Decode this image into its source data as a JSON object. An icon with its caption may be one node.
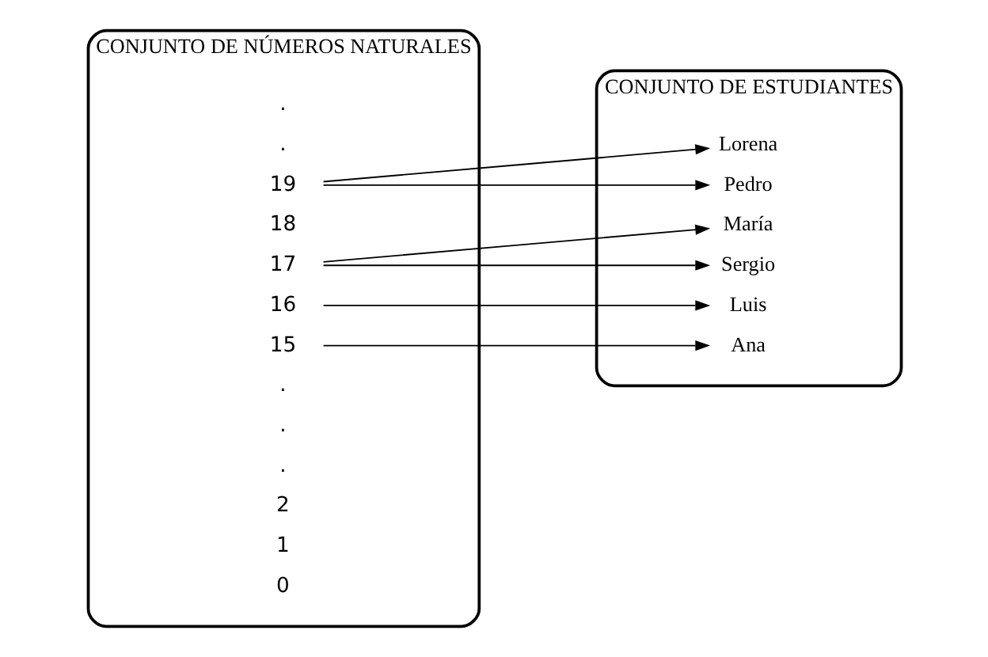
{
  "diagram": {
    "nodes": [
      {
        "text": [
          "CONJUNTO DE NÚMEROS NATURALES"
        ]
      },
      {
        "text": [
          "0"
        ],
        "in": 0
      },
      {
        "text": [
          "1"
        ],
        "in": 0
      },
      {
        "text": [
          "2"
        ],
        "in": 0
      },
      {
        "text": [
          "."
        ],
        "in": 0
      },
      {
        "text": [
          "."
        ],
        "in": 0
      },
      {
        "text": [
          "."
        ],
        "in": 0
      },
      {
        "text": [
          "15"
        ],
        "in": 0
      },
      {
        "text": [
          "16"
        ],
        "in": 0
      },
      {
        "text": [
          "17"
        ],
        "in": 0
      },
      {
        "text": [
          "18"
        ],
        "in": 0
      },
      {
        "text": [
          "19"
        ],
        "in": 0
      },
      {
        "text": [
          "."
        ],
        "in": 0
      },
      {
        "text": [
          "."
        ],
        "in": 0
      },
      {
        "text": [
          "CONJUNTO DE ESTUDIANTES"
        ]
      },
      {
        "text": [
          "Ana"
        ],
        "in": 14
      },
      {
        "text": [
          "Luis"
        ],
        "in": 14
      },
      {
        "text": [
          "Pedro"
        ],
        "in": 14
      },
      {
        "text": [
          "Sergio"
        ],
        "in": 14
      },
      {
        "text": [
          "Lorena"
        ],
        "in": 14
      },
      {
        "text": [
          "María"
        ],
        "in": 14
      }
    ],
    "edges": [
      {
        "from": 7,
        "to": 15,
        "arrow": "to"
      },
      {
        "from": 8,
        "to": 16,
        "arrow": "to"
      },
      {
        "from": 9,
        "to": 18,
        "arrow": "to"
      },
      {
        "from": 9,
        "to": 20,
        "arrow": "to"
      },
      {
        "from": 11,
        "to": 17,
        "arrow": "to"
      },
      {
        "from": 11,
        "to": 19,
        "arrow": "to"
      }
    ]
  }
}
